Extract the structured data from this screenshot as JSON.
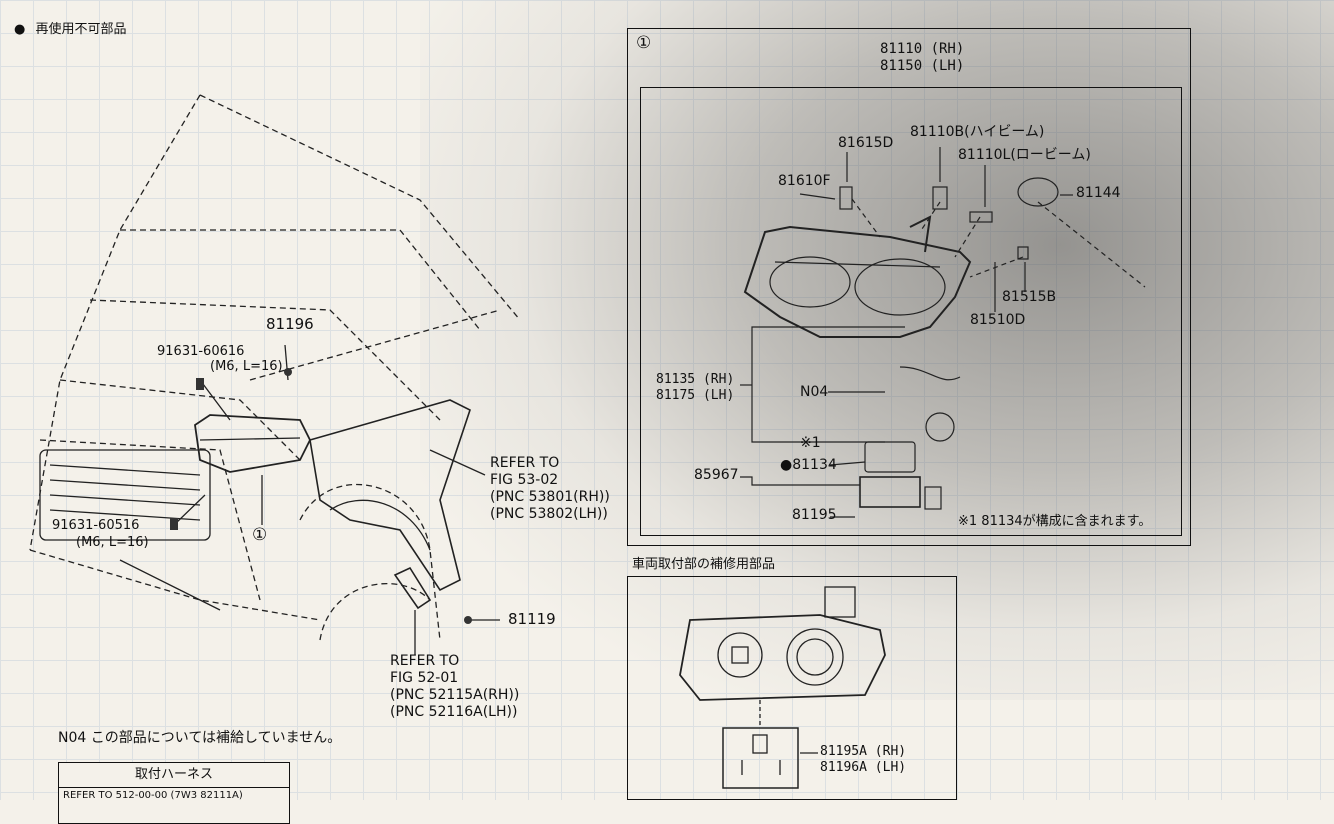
{
  "legend": {
    "marker": "●",
    "label": "再使用不可部品"
  },
  "left": {
    "part_81196": "81196",
    "bolt_upper_num": "91631-60616",
    "bolt_upper_spec": "(M6, L=16)",
    "bolt_lower_num": "91631-60516",
    "bolt_lower_spec": "(M6, L=16)",
    "callout_1": "①",
    "refer_a": [
      "REFER TO",
      "FIG  53-02",
      "(PNC 53801(RH))",
      "(PNC 53802(LH))"
    ],
    "part_81119": "81119",
    "refer_b": [
      "REFER TO",
      "FIG  52-01",
      "(PNC 52115A(RH))",
      "(PNC 52116A(LH))"
    ]
  },
  "main_box": {
    "callout": "①",
    "title_rh": "81110 (RH)",
    "title_lh": "81150 (LH)",
    "p81615D": "81615D",
    "p81110B": "81110B(ハイビーム)",
    "p81110L": "81110L(ロービーム)",
    "p81610F": "81610F",
    "p81144": "81144",
    "p81515B": "81515B",
    "p81510D": "81510D",
    "p81135": "81135 (RH)",
    "p81175": "81175 (LH)",
    "pN04": "N04",
    "note_mark": "※1",
    "p85967": "85967",
    "p81134": "●81134",
    "p81195": "81195",
    "footnote": "※1 81134が構成に含まれます。"
  },
  "repair": {
    "heading": "車両取付部の補修用部品",
    "p_rh": "81195A (RH)",
    "p_lh": "81196A (LH)"
  },
  "bottom": {
    "note": "N04  この部品については補給していません。",
    "table_header": "取付ハーネス",
    "table_row": "REFER TO 512-00-00 (7W3 82111A)"
  }
}
